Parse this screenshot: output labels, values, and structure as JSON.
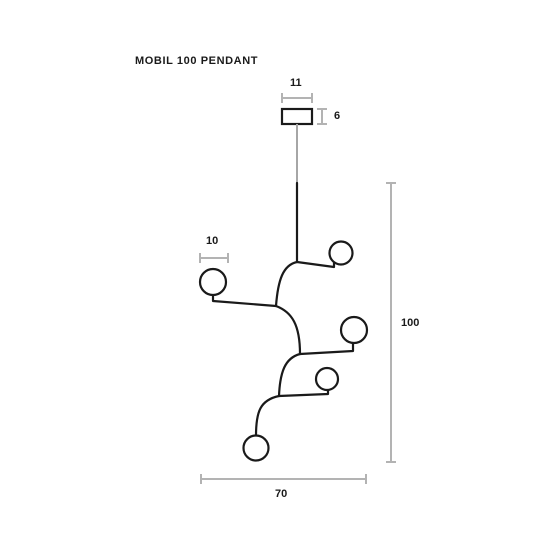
{
  "title": "MOBIL 100 PENDANT",
  "dimensions": {
    "canopy_width": "11",
    "canopy_height": "6",
    "globe_diameter": "10",
    "total_height": "100",
    "total_width": "70"
  },
  "colors": {
    "line": "#1a1a1a",
    "dimension": "#b3b3b3",
    "cord": "#a6a6a6",
    "background": "#ffffff"
  }
}
